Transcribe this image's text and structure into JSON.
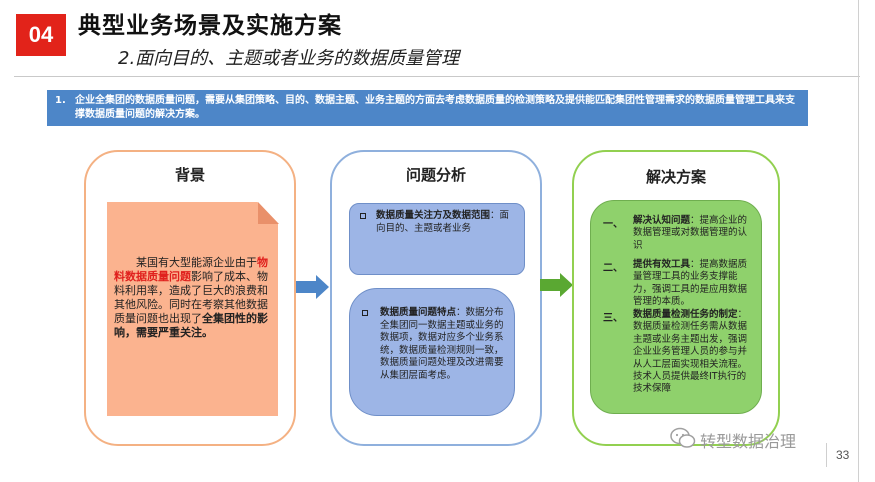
{
  "header": {
    "badge": "04",
    "title": "典型业务场景及实施方案",
    "subtitle": "2.面向目的、主题或者业务的数据质量管理"
  },
  "banner": {
    "number": "1.",
    "text": "企业全集团的数据质量问题，需要从集团策略、目的、数据主题、业务主题的方面去考虑数据质量的检测策略及提供能匹配集团性管理需求的数据质量管理工具来支撑数据质量问题的解决方案。"
  },
  "background_panel": {
    "title": "背景",
    "text_1": "某国有大型能源企业由于",
    "highlight": "物料数据质量问题",
    "text_2": "影响了成本、物料利用率，造成了巨大的浪费和其他风险。同时在考察其他数据质量问题也出现了",
    "bold": "全集团性的影响，需要严重关注。"
  },
  "analysis_panel": {
    "title": "问题分析",
    "item1_head": "数据质量关注方及数据范围",
    "item1_body": "：面向目的、主题或者业务",
    "item2_head": "数据质量问题特点",
    "item2_body": "：数据分布全集团同一数据主题或业务的数据项，数据对应多个业务系统，数据质量检测规则一致，数据质量问题处理及改进需要从集团层面考虑。"
  },
  "solution_panel": {
    "title": "解决方案",
    "items": [
      {
        "num": "一、",
        "head": "解决认知问题",
        "body": "：提高企业的数据管理或对数据管理的认识"
      },
      {
        "num": "二、",
        "head": "提供有效工具",
        "body": "：提高数据质量管理工具的业务支撑能力，强调工具的是应用数据管理的本质。"
      },
      {
        "num": "三、",
        "head": "数据质量检测任务的制定",
        "body": "：数据质量检测任务需从数据主题或业务主题出发，强调企业业务管理人员的参与并从人工层面实现相关流程。技术人员提供最终IT执行的技术保障"
      }
    ]
  },
  "footer": {
    "watermark": "转型数据治理",
    "page": "33"
  },
  "colors": {
    "badge": "#e2231a",
    "banner": "#4d86c8",
    "orange_border": "#f4b183",
    "blue_border": "#8fb0dd",
    "green_border": "#92d050"
  }
}
